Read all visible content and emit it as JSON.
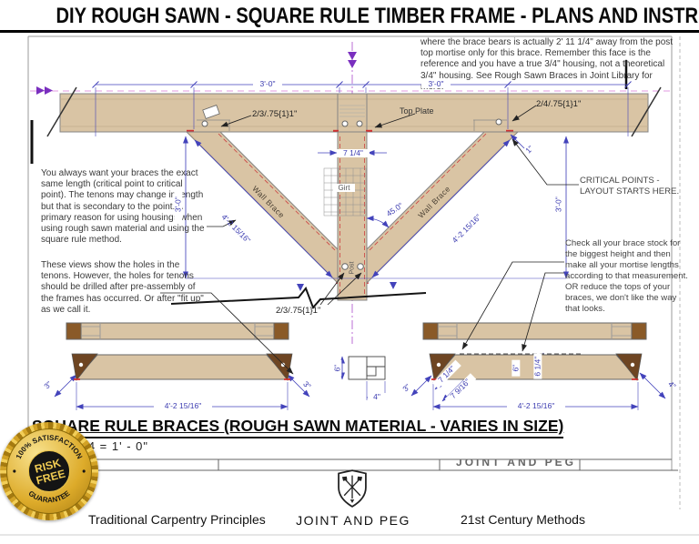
{
  "title": "DIY ROUGH SAWN - SQUARE RULE TIMBER FRAME - PLANS AND INSTRUCTION",
  "notes": {
    "top_right": "where the brace bears is actually 2' 11 1/4\" away from the post top mortise only for this brace. Remember this face is the reference and you have a true 3/4\" housing, not a theoretical 3/4\" housing.  See Rough Sawn Braces in Joint Library for more.",
    "left_para_1": "You always want your braces the exact same length (critical point to critical point).  The tenons may change in length but that is secondary to the point.  A primary reason for using housings when using rough sawn material and using the square rule method.",
    "left_para_2": "These views show the holes in the tenons.  However, the holes for tenons should be drilled after pre-assembly of the frames has occurred. Or after \"fit up\" as we call it.",
    "critical_points": "CRITICAL POINTS - LAYOUT STARTS HERE.",
    "right_para": "Check all your brace stock for the biggest height and then make all your mortise lengths according to that measurement.  OR reduce the tops of your braces, we don't like the way that looks."
  },
  "labels": {
    "top_plate": "Top Plate",
    "wall_brace": "Wall Brace",
    "girt": "Girt",
    "post": "Post",
    "callout_plate_left": "2/3/.75{1}1\"",
    "callout_plate_right": "2/4/.75{1}1\"",
    "callout_post_bottom": "2/3/.75{1}1\"",
    "angle_45": "45.0°"
  },
  "dimensions": {
    "span_3ft": "3'-0\"",
    "brace_length": "4'-2 15/16\"",
    "post_width": "7 1/4\"",
    "housing_1in": "1\"",
    "end_3in": "3\"",
    "end_4in": "4\"",
    "brace_7_14": "7 1/4\"",
    "brace_7_916": "7 9/16\"",
    "height_6": "6\"",
    "height_6_14": "6 1/4\"",
    "detail_6": "6\"",
    "detail_4": "4\""
  },
  "section": {
    "heading": "SQUARE RULE BRACES (ROUGH SAWN MATERIAL - VARIES IN SIZE)",
    "scale": "3/4  =  1' - 0\""
  },
  "title_block": {
    "clipped_text": "JOINT AND PEG"
  },
  "badge": {
    "ring_top": "100% SATISFACTION",
    "ring_bottom": "GUARANTEE",
    "center_1": "RISK",
    "center_2": "FREE"
  },
  "footer": {
    "tagline_left": "Traditional Carpentry Principles",
    "brand": "JOINT AND PEG",
    "tagline_right": "21st Century Methods"
  },
  "colors": {
    "wood": "#d9c4a4",
    "dim": "#4343bb",
    "red": "#d03030",
    "magenta": "#c75fd0",
    "gold": "#e9bc3f"
  }
}
